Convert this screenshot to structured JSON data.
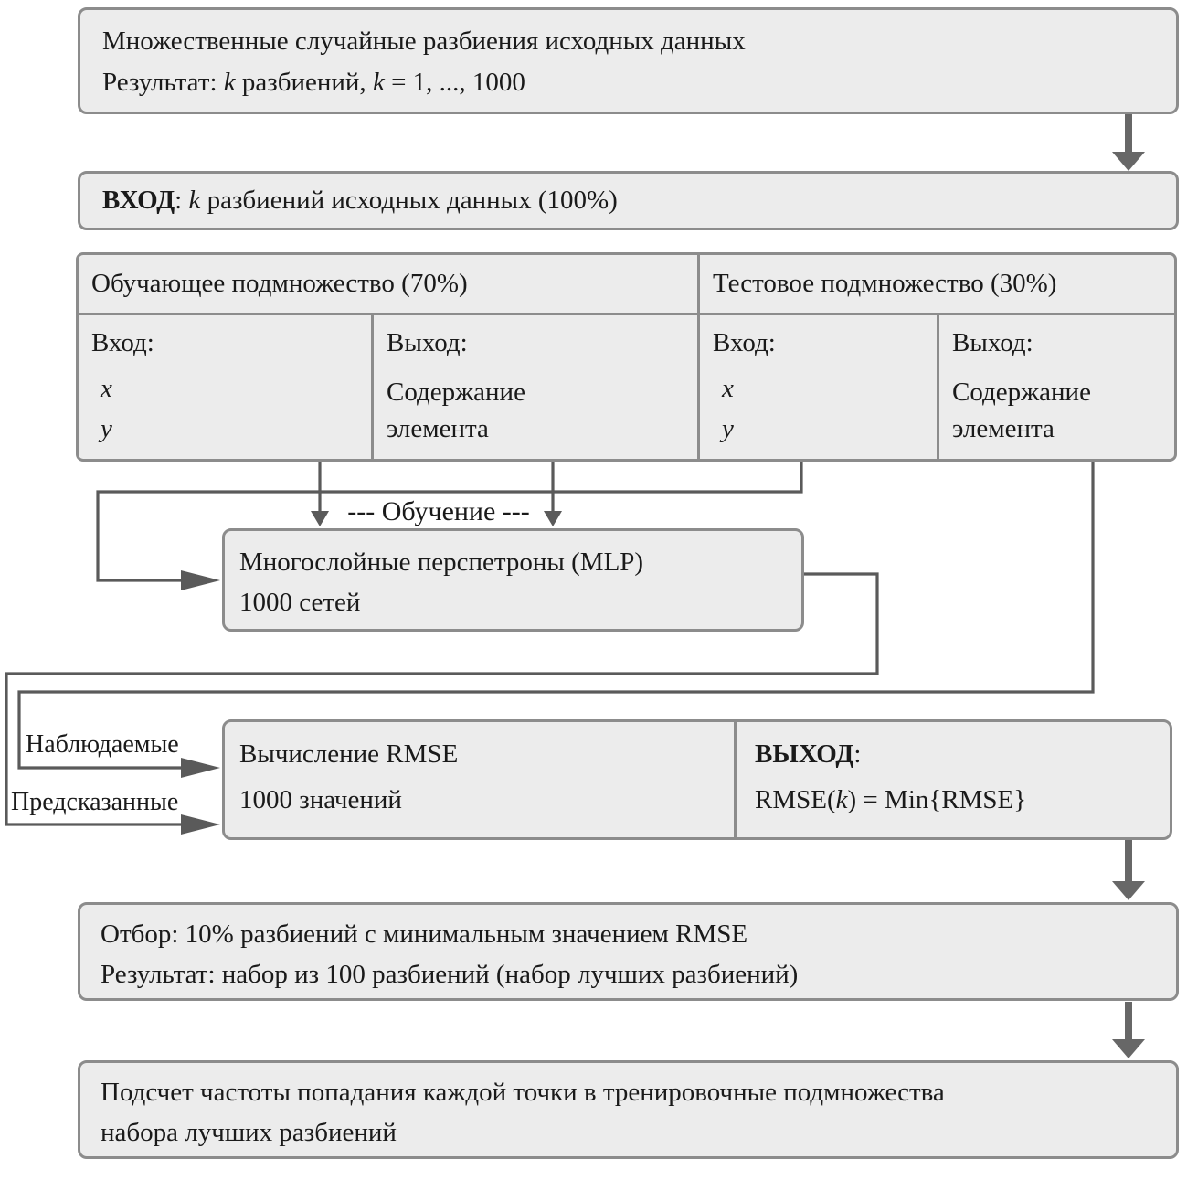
{
  "colors": {
    "box_fill": "#ececec",
    "box_border": "#8c8c8c",
    "connector": "#5a5a5a",
    "thick_arrow": "#676767",
    "text": "#1a1a1a"
  },
  "boxes": {
    "random_splits": {
      "line1": "Множественные случайные разбиения исходных данных",
      "result_prefix": "Результат: ",
      "k1": "k",
      "result_mid": " разбиений, ",
      "k2": "k",
      "result_suffix": " = 1, ..., 1000"
    },
    "input": {
      "label": "ВХОД",
      "colon": ": ",
      "k": "k",
      "rest": " разбиений исходных данных (100%)"
    },
    "table": {
      "train_header": "Обучающее подмножество (70%)",
      "test_header": "Тестовое подмножество (30%)",
      "input_label": "Вход:",
      "output_label": "Выход:",
      "var_x": "x",
      "var_y": "y",
      "output_line1": "Содержание",
      "output_line2": "элемента"
    },
    "training_label": "--- Обучение ---",
    "mlp": {
      "line1": "Многослойные перспетроны (MLP)",
      "line2": "1000 сетей"
    },
    "observed_label": "Наблюдаемые",
    "predicted_label": "Предсказанные",
    "rmse": {
      "line1": "Вычисление RMSE",
      "line2": "1000 значений"
    },
    "output_box": {
      "label": "ВЫХОД",
      "colon": ":",
      "formula_prefix": "RMSE(",
      "k": "k",
      "formula_suffix": ") = Min{RMSE}"
    },
    "selection": {
      "line1": "Отбор: 10% разбиений с минимальным значением RMSE",
      "line2": "Результат: набор из 100 разбиений (набор лучших разбиений)"
    },
    "frequency": {
      "line1": "Подсчет частоты попадания каждой точки в тренировочные подмножества",
      "line2": "набора лучших разбиений"
    }
  }
}
